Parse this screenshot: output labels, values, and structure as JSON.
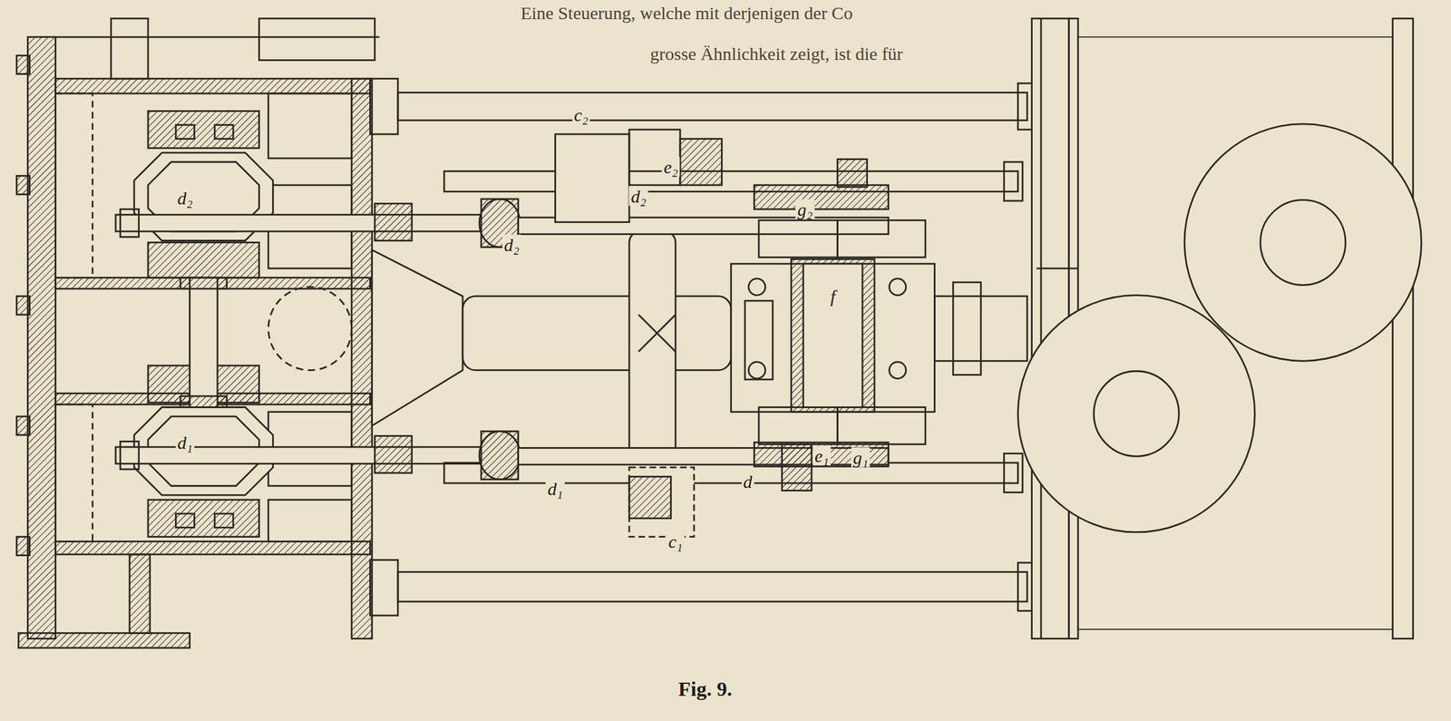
{
  "diagram": {
    "caption": "Fig. 9.",
    "labels": [
      "Eine Steuerung, welche mit derjenigen der Co",
      "grosse Ähnlichkeit zeigt, ist die für",
      "c₂",
      "d₂",
      "d₂",
      "d₂",
      "e₂",
      "g₂",
      "f",
      "d₁",
      "d₁",
      "d",
      "c₁",
      "e₁",
      "g₁"
    ]
  }
}
